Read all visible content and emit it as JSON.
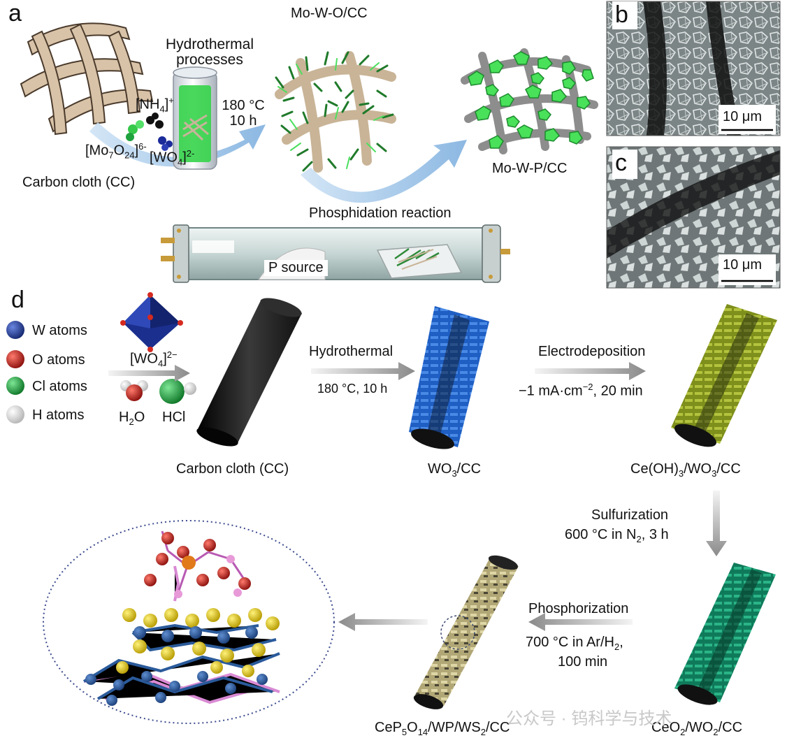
{
  "panels": {
    "a": "a",
    "b": "b",
    "c": "c",
    "d": "d"
  },
  "panel_a": {
    "hydrothermal_line1": "Hydrothermal",
    "hydrothermal_line2": "processes",
    "mowo_title": "Mo-W-O/CC",
    "nh4_base": "[NH",
    "nh4_sub": "4",
    "nh4_end": "]",
    "nh4_sup": "+",
    "temp": "180 °C",
    "time": "10 h",
    "mo_base": "[Mo",
    "mo_sub1": "7",
    "mo_o": "O",
    "mo_sub2": "24",
    "mo_end": "]",
    "mo_sup": "6-",
    "wo_base": "[WO",
    "wo_sub": "4",
    "wo_end": "]",
    "wo_sup": "2-",
    "carbon_cloth": "Carbon cloth (CC)",
    "mowp": "Mo-W-P/CC",
    "phosphidation": "Phosphidation reaction",
    "p_source": "P source"
  },
  "sem": {
    "scale_b": "10 μm",
    "scale_c": "10 μm"
  },
  "panel_d": {
    "legend": [
      {
        "label": "W atoms",
        "color": "#1e3a9a"
      },
      {
        "label": "O atoms",
        "color": "#c8201c"
      },
      {
        "label": "Cl atoms",
        "color": "#1fa23e"
      },
      {
        "label": "H atoms",
        "color": "#e6e6e6"
      }
    ],
    "wo4_base": "[WO",
    "wo4_sub": "4",
    "wo4_end": "]",
    "wo4_sup": "2−",
    "h2o_h": "H",
    "h2o_sub": "2",
    "h2o_o": "O",
    "hcl": "HCl",
    "carbon_cloth": "Carbon cloth (CC)",
    "hydrothermal": "Hydrothermal",
    "hydro_cond": "180 °C, 10 h",
    "wo3_base": "WO",
    "wo3_sub": "3",
    "wo3_end": "/CC",
    "electrodeposition": "Electrodeposition",
    "electro_cond_1": "−1 mA·cm",
    "electro_cond_sup": "−2",
    "electro_cond_2": ", 20 min",
    "ceoh_1": "Ce(OH)",
    "ceoh_sub": "3",
    "ceoh_2": "/WO",
    "ceoh_sub2": "3",
    "ceoh_3": "/CC",
    "sulfurization": "Sulfurization",
    "sulf_cond_1": "600 °C in N",
    "sulf_cond_sub": "2",
    "sulf_cond_2": ", 3 h",
    "phosphorization": "Phosphorization",
    "phos_cond_1": "700 °C in Ar/H",
    "phos_cond_sub": "2",
    "phos_cond_2": ",",
    "phos_cond_3": "100 min",
    "ceo2_1": "CeO",
    "ceo2_sub": "2",
    "ceo2_2": "/WO",
    "ceo2_sub2": "2",
    "ceo2_3": "/CC",
    "cep_1": "CeP",
    "cep_sub1": "5",
    "cep_2": "O",
    "cep_sub2": "14",
    "cep_3": "/WP/WS",
    "cep_sub3": "2",
    "cep_4": "/CC"
  },
  "watermark": "公众号 · 钨科学与技术",
  "colors": {
    "wo3": "#2f6fd0",
    "ceoh": "#9aab2a",
    "ceo2": "#1a9a72",
    "cep": "#c8c08e",
    "carbon": "#1b1b1b",
    "foam": "#3be04c"
  }
}
